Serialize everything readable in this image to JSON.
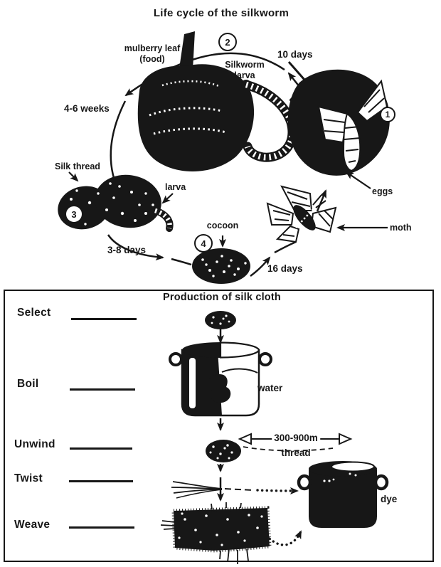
{
  "colors": {
    "ink": "#171717",
    "paper": "#ffffff"
  },
  "lifecycle": {
    "title": "Life cycle of the silkworm",
    "stage_numbers": {
      "one": "1",
      "two": "2",
      "three": "3",
      "four": "4"
    },
    "labels": {
      "mulberry_leaf": "mulberry leaf\n(food)",
      "silkworm_larva": "Silkworm\nlarva",
      "silk_thread": "Silk thread",
      "larva": "larva",
      "eggs": "eggs",
      "moth": "moth",
      "cocoon": "cocoon"
    },
    "durations": {
      "eggs_to_larva": "10 days",
      "larva_to_silk_thread": "4-6 weeks",
      "silk_thread_to_cocoon": "3-8 days",
      "cocoon_to_moth": "16 days"
    }
  },
  "production": {
    "title": "Production of silk cloth",
    "steps": [
      {
        "label": "Select"
      },
      {
        "label": "Boil"
      },
      {
        "label": "Unwind"
      },
      {
        "label": "Twist"
      },
      {
        "label": "Weave"
      }
    ],
    "annotations": {
      "water": "water",
      "thread_length": "300-900m",
      "thread_word": "thread",
      "dye": "dye"
    }
  }
}
